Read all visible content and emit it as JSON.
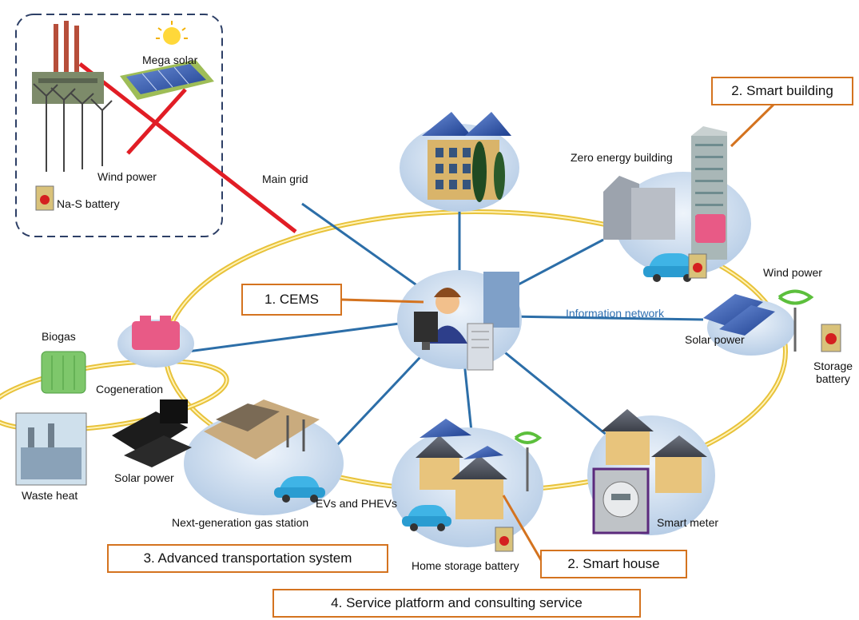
{
  "colors": {
    "ring": "#e8c23a",
    "ring_core": "#fff3b8",
    "spoke": "#2c6ea8",
    "callout": "#d4731f",
    "grid_cross": "#e11d25",
    "dashed_border": "#2d3f66",
    "disc": "#c9dbee"
  },
  "icons": [
    "power-plant-icon",
    "wind-turbine-icon",
    "mega-solar-icon",
    "sun-icon",
    "battery-icon",
    "office-building-icon",
    "skyscraper-icon",
    "operator-icon",
    "server-icon",
    "house-icon",
    "electric-car-icon",
    "solar-panel-icon",
    "smart-meter-icon",
    "cogeneration-icon",
    "biogas-tank-icon",
    "gas-station-icon",
    "factory-icon"
  ],
  "labels": {
    "mega_solar": "Mega solar",
    "wind_power_grid": "Wind power",
    "nas_battery": "Na-S battery",
    "main_grid": "Main grid",
    "zero_energy_building": "Zero energy building",
    "wind_power": "Wind power",
    "information_network": "Information network",
    "solar_power_right": "Solar power",
    "storage_battery": "Storage\nbattery",
    "biogas": "Biogas",
    "cogeneration": "Cogeneration",
    "solar_power_left": "Solar power",
    "waste_heat": "Waste heat",
    "evs_phevs": "EVs and PHEVs",
    "gas_station": "Next-generation gas station",
    "home_storage_battery": "Home storage battery",
    "smart_meter": "Smart meter"
  },
  "callouts": {
    "cems": "1. CEMS",
    "smart_building": "2. Smart building",
    "smart_house": "2. Smart house",
    "transportation": "3. Advanced transportation system",
    "service_platform": "4. Service platform and consulting service"
  }
}
